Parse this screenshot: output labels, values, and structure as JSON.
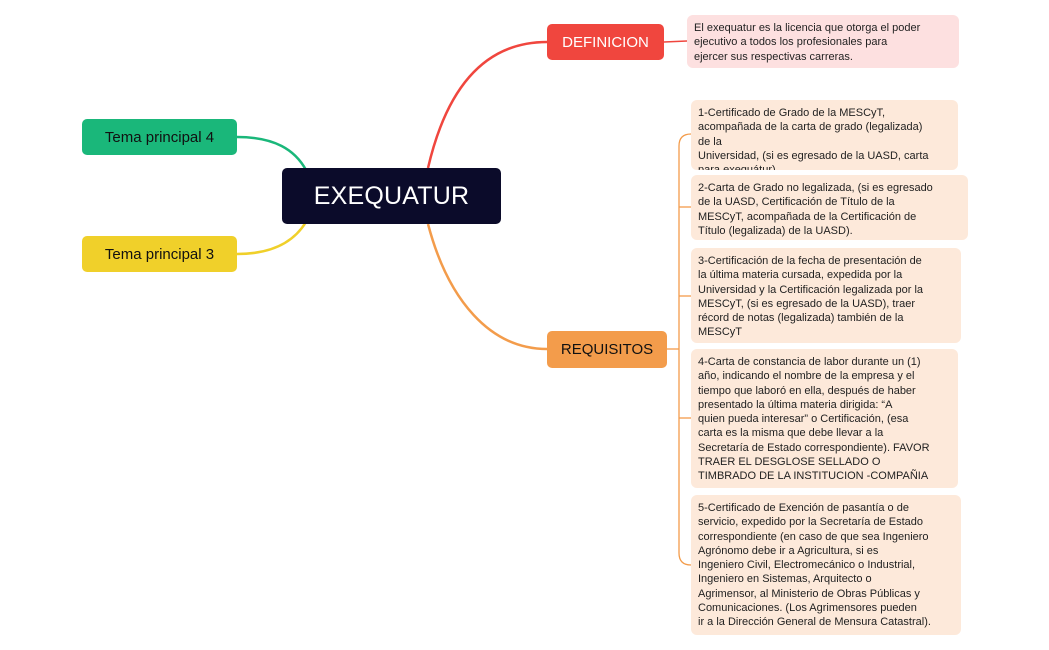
{
  "central_topic": "EXEQUATUR",
  "branches": {
    "definicion": {
      "label": "DEFINICION",
      "note": "El exequatur es la licencia que otorga el poder\nejecutivo a todos los profesionales para\nejercer sus respectivas carreras."
    },
    "requisitos": {
      "label": "REQUISITOS",
      "items": [
        "1-Certificado de Grado de la MESCyT,\nacompañada de la carta de grado (legalizada)\nde la\nUniversidad, (si es egresado de la UASD, carta\npara exequátur).",
        "2-Carta de Grado no legalizada, (si es egresado\nde la UASD, Certificación de Título de la\nMESCyT, acompañada de la Certificación de\nTítulo (legalizada) de la UASD).",
        "3-Certificación de la fecha de presentación de\nla última materia cursada, expedida por la\nUniversidad y la Certificación legalizada por la\nMESCyT, (si es egresado de la UASD), traer\nrécord de notas (legalizada) también de la\nMESCyT",
        "4-Carta de constancia de labor durante un (1)\naño, indicando el nombre de la empresa y el\ntiempo que laboró en ella, después de haber\npresentado la última materia dirigida: “A\nquien pueda interesar” o Certificación, (esa\ncarta es la misma que debe llevar a la\nSecretaría de Estado correspondiente). FAVOR\nTRAER EL DESGLOSE SELLADO O\nTIMBRADO DE LA INSTITUCION -COMPAÑIA",
        "5-Certificado de Exención de pasantía o de\nservicio, expedido por la Secretaría de Estado\ncorrespondiente (en caso de que sea Ingeniero\nAgrónomo debe ir a Agricultura, si es\nIngeniero Civil, Electromecánico o Industrial,\nIngeniero en Sistemas, Arquitecto o\nAgrimensor, al Ministerio de Obras Públicas y\nComunicaciones. (Los Agrimensores pueden\nir a la Dirección General de Mensura Catastral)."
      ]
    },
    "tema4": {
      "label": "Tema principal 4"
    },
    "tema3": {
      "label": "Tema principal 3"
    }
  },
  "colors": {
    "central_bg": "#0b0b2a",
    "definicion": "#f0463e",
    "requisitos": "#f39c4b",
    "tema4": "#1ab77a",
    "tema3": "#f0d02a",
    "definicion_note_bg": "#fde0e0",
    "requisitos_note_bg": "#fde9da"
  }
}
